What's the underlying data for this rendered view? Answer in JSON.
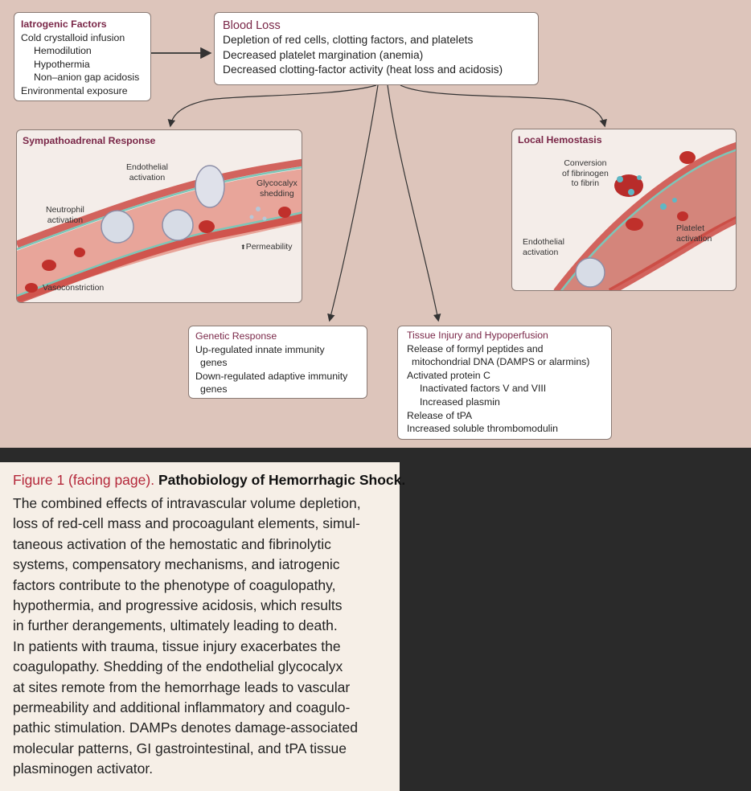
{
  "boxes": {
    "iatrogenic": {
      "title": "Iatrogenic Factors",
      "lines": [
        "Cold crystalloid infusion",
        "Hemodilution",
        "Hypothermia",
        "Non–anion gap acidosis",
        "Environmental exposure"
      ]
    },
    "blood_loss": {
      "title": "Blood Loss",
      "lines": [
        "Depletion of red cells, clotting factors, and platelets",
        "Decreased platelet margination (anemia)",
        "Decreased clotting-factor activity (heat loss and acidosis)"
      ]
    },
    "genetic": {
      "title": "Genetic Response",
      "lines": [
        "Up-regulated innate immunity",
        "genes",
        "Down-regulated adaptive immunity",
        "genes"
      ]
    },
    "tissue": {
      "title": "Tissue Injury and Hypoperfusion",
      "lines": [
        "Release of formyl peptides and",
        "mitochondrial DNA (DAMPS or alarmins)",
        "Activated protein C",
        "Inactivated factors V and VIII",
        "Increased plasmin",
        "Release of tPA",
        "Increased soluble thrombomodulin"
      ]
    }
  },
  "panels": {
    "sympatho": {
      "title": "Sympathoadrenal Response",
      "labels": {
        "endothelial_1": "Endothelial",
        "endothelial_2": "activation",
        "glyco_1": "Glycocalyx",
        "glyco_2": "shedding",
        "neutro_1": "Neutrophil",
        "neutro_2": "activation",
        "permeability": "Permeability",
        "permeability_arrow": "⬆",
        "vasoconstriction": "Vasoconstriction"
      }
    },
    "local": {
      "title": "Local Hemostasis",
      "labels": {
        "conv_1": "Conversion",
        "conv_2": "of fibrinogen",
        "conv_3": "to fibrin",
        "platelet_1": "Platelet",
        "platelet_2": "activation",
        "endo_1": "Endothelial",
        "endo_2": "activation"
      }
    }
  },
  "caption": {
    "label": "Figure 1 (facing page).",
    "title": "Pathobiology of Hemorrhagic Shock.",
    "lines": [
      "The combined effects of intravascular volume depletion,",
      "loss of red-cell mass and procoagulant elements, simul-",
      "taneous activation of the hemostatic and fibrinolytic",
      "systems, compensatory mechanisms, and iatrogenic",
      "factors contribute to the phenotype of coagulopathy,",
      "hypothermia, and progressive acidosis, which results",
      "in further derangements, ultimately leading to death.",
      "In patients with trauma, tissue injury exacerbates the",
      "coagulopathy. Shedding of the endothelial glycocalyx",
      "at sites remote from the hemorrhage leads to vascular",
      "permeability and additional inflammatory and coagulo-",
      "pathic stimulation. DAMPs denotes damage-associated",
      "molecular patterns, GI gastrointestinal, and tPA tissue",
      "plasminogen activator."
    ]
  },
  "colors": {
    "background": "#ddc5bb",
    "title_accent": "#7a2748",
    "caption_label": "#b4283a",
    "vessel": "#c9403a"
  }
}
